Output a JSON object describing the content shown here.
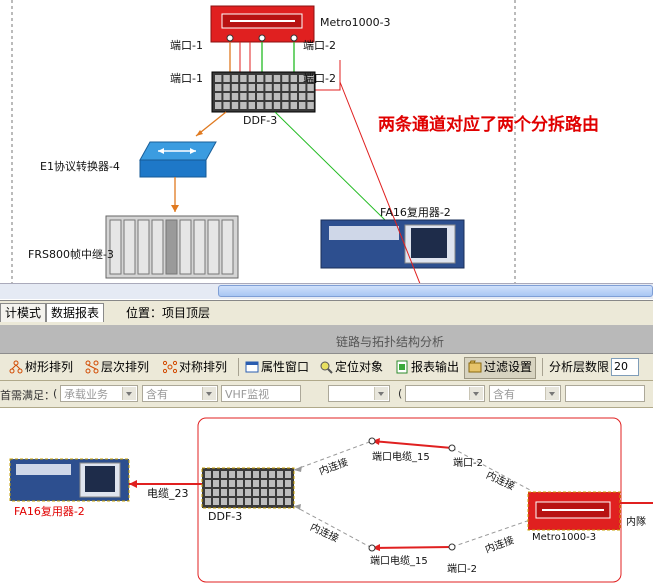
{
  "top": {
    "metro_label": "Metro1000-3",
    "port1_top": "端口-1",
    "port2_top": "端口-2",
    "port1_ddf": "端口-1",
    "port2_ddf": "端口-2",
    "ddf_label": "DDF-3",
    "e1_label": "E1协议转换器-4",
    "frs_label": "FRS800帧中继-3",
    "fa16_label": "FA16复用器-2",
    "annotation": "两条通道对应了两个分拆路由"
  },
  "tabs": [
    "计模式",
    "数据报表"
  ],
  "location": "位置：项目顶层",
  "panel_title": "链路与拓扑结构分析",
  "toolbar": {
    "tree": "树形排列",
    "level": "层次排列",
    "sym": "对称排列",
    "prop": "属性窗口",
    "locate": "定位对象",
    "report": "报表输出",
    "filter": "过滤设置",
    "depth_label": "分析层数限",
    "depth_value": "20"
  },
  "filter": {
    "prefix": "首需满足：",
    "paren": "(",
    "f1": "承载业务",
    "f2": "含有",
    "f3": "VHF监视",
    "f4": "",
    "paren2": "(",
    "f5": "",
    "f6": "含有",
    "f7": ""
  },
  "bottom": {
    "fa16_label": "FA16复用器-2",
    "cable": "电缆_23",
    "ddf_label": "DDF-3",
    "inner1": "内连接",
    "inner2": "内连接",
    "inner3": "内连接",
    "inner4": "内连接",
    "port_cable_top": "端口电缆_15",
    "port_cable_bot": "端口电缆_15",
    "port2_top": "端口-2",
    "port2_bot": "端口-2",
    "metro_label": "Metro1000-3",
    "inner_right": "内隊"
  },
  "colors": {
    "red": "#e02020",
    "annotation": "#e00000",
    "device_blue": "#2d4f8f",
    "green_line": "#22bb22",
    "orange_line": "#e07a20"
  }
}
